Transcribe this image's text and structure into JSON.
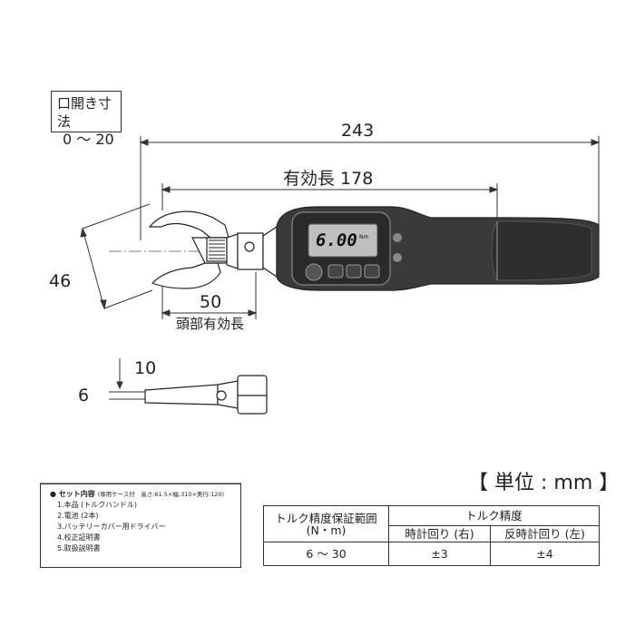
{
  "opening": {
    "label": "口開き寸法",
    "value": "0 ～ 20"
  },
  "dimensions": {
    "overall_length": "243",
    "effective_length": "有効長 178",
    "jaw_height": "46",
    "head_length": "50",
    "head_length_label": "頭部有効長",
    "side_top": "10",
    "side_thickness": "6"
  },
  "display_reading": "6.00",
  "display_unit": "Nm",
  "unit": "【 単位 : mm 】",
  "set_contents": {
    "title": "● セット内容",
    "note": "(専用ケース付　高さ:61.5×幅:310×奥行:120)",
    "items": [
      "1.本品 (トルクハンドル)",
      "2.電池 (2本)",
      "3.バッテリーカバー用ドライバー",
      "4.校正証明書",
      "5.取扱説明書"
    ]
  },
  "spec_table": {
    "range_header": "トルク精度保証範囲",
    "range_unit": "(N・m)",
    "accuracy_header": "トルク精度",
    "clockwise_header": "時計回り (右)",
    "counter_header": "反時計回り (左)",
    "range_value": "6 ～ 30",
    "clockwise_value": "±3",
    "counter_value": "±4"
  },
  "colors": {
    "line": "#333333",
    "body_dark": "#3a3a3a",
    "display_bg": "#bfbfbf",
    "grip": "#2e2e2e"
  }
}
